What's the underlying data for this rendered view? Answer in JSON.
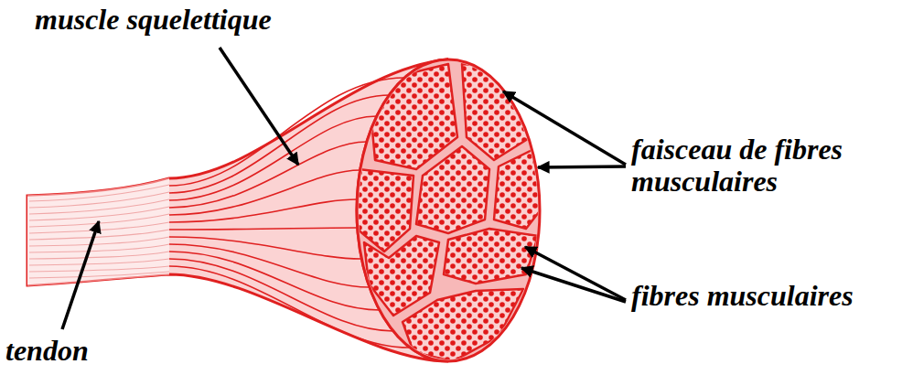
{
  "diagram": {
    "labels": [
      "muscle squelettique",
      "faisceau de fibres musculaires",
      "fibres musculaires",
      "tendon"
    ]
  }
}
